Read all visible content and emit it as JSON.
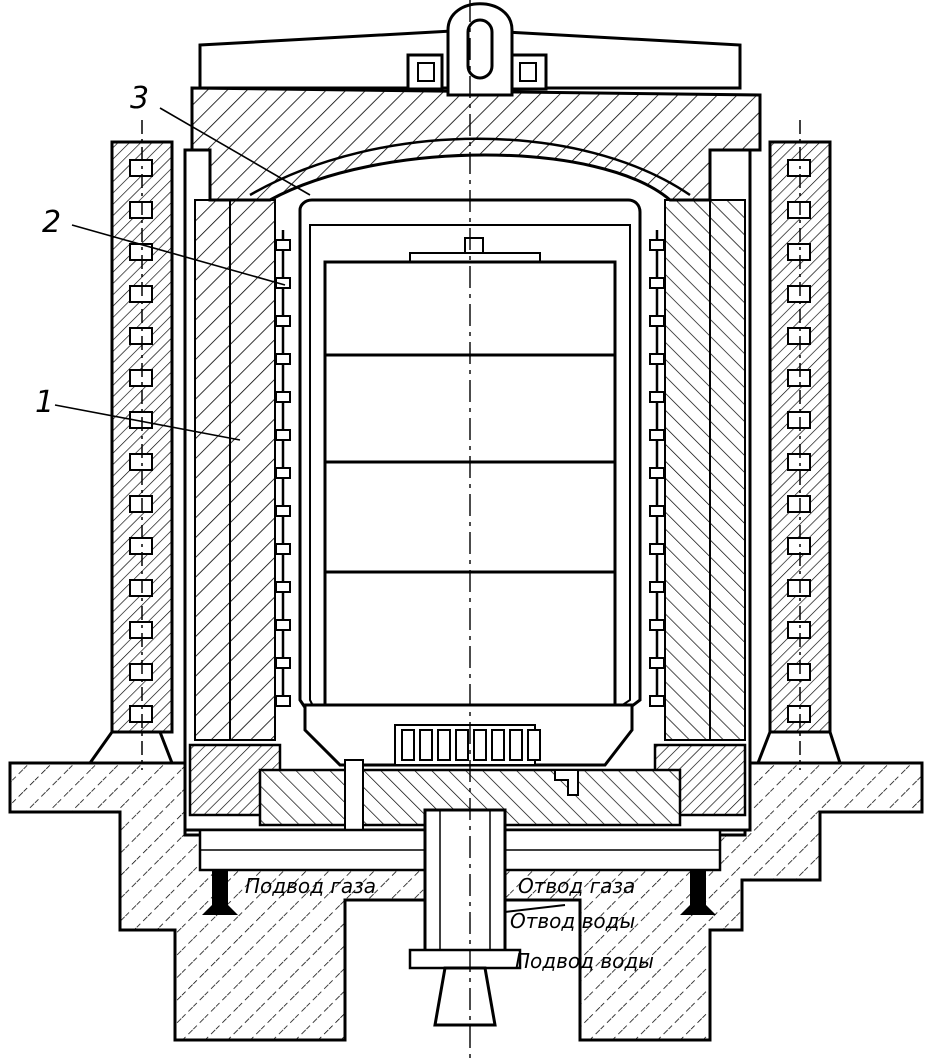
{
  "callouts": {
    "one": "1",
    "two": "2",
    "three": "3"
  },
  "captions": {
    "gas_inlet": "Подвод газа",
    "gas_outlet": "Отвод газа",
    "water_outlet": "Отвод воды",
    "water_inlet": "Подвод воды"
  },
  "colors": {
    "ink": "#000000",
    "paper": "#ffffff"
  }
}
